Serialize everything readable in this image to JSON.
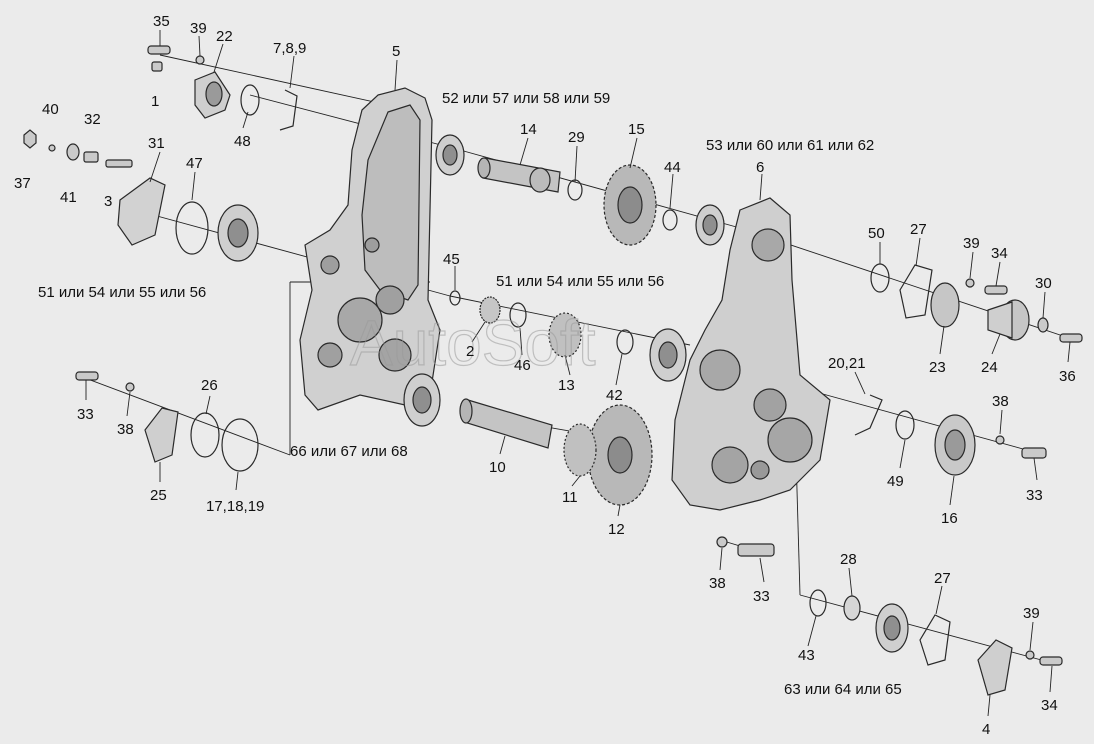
{
  "watermark": "AutoSoft",
  "labels": {
    "l35": "35",
    "l39a": "39",
    "l22": "22",
    "l789": "7,8,9",
    "l1": "1",
    "l48": "48",
    "l5": "5",
    "l52": "52 или 57 или 58 или 59",
    "l14": "14",
    "l29": "29",
    "l15": "15",
    "l53": "53 или 60 или 61 или 62",
    "l6": "6",
    "l44": "44",
    "l40": "40",
    "l32": "32",
    "l31": "31",
    "l47": "47",
    "l37": "37",
    "l41": "41",
    "l3": "3",
    "l51a": "51 или 54 или 55 или 56",
    "l45": "45",
    "l51b": "51 или 54 или 55 или 56",
    "l2": "2",
    "l46": "46",
    "l13": "13",
    "l42": "42",
    "l50": "50",
    "l27a": "27",
    "l39b": "39",
    "l34a": "34",
    "l30": "30",
    "l23": "23",
    "l24": "24",
    "l36": "36",
    "l2021": "20,21",
    "l38a": "38",
    "l33a": "33",
    "l49": "49",
    "l16": "16",
    "l33b": "33",
    "l38b": "38",
    "l26": "26",
    "l25": "25",
    "l171819": "17,18,19",
    "l66": "66 или 67 или 68",
    "l10": "10",
    "l11": "11",
    "l12": "12",
    "l38c": "38",
    "l33c": "33",
    "l28": "28",
    "l27b": "27",
    "l39c": "39",
    "l43": "43",
    "l63": "63 или 64 или 65",
    "l4": "4",
    "l34b": "34"
  },
  "colors": {
    "part_fill": "#d2d2d2",
    "part_dark": "#8c8c8c",
    "background": "#ebebeb",
    "text": "#111111"
  }
}
